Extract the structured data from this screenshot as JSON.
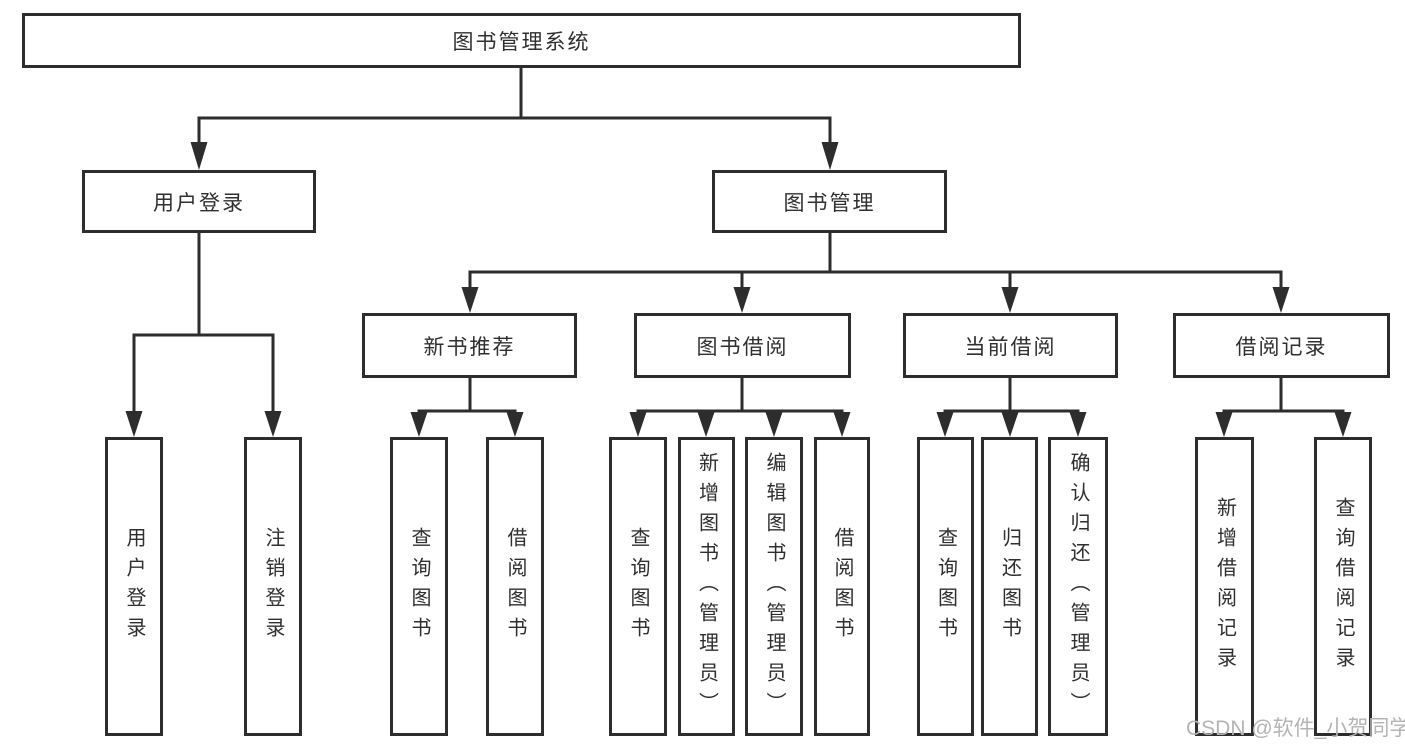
{
  "diagram": {
    "root": "图书管理系统",
    "level2": [
      "用户登录",
      "图书管理"
    ],
    "level3": [
      "新书推荐",
      "图书借阅",
      "当前借阅",
      "借阅记录"
    ],
    "leaves": {
      "user_login": [
        "用户登录",
        "注销登录"
      ],
      "new_books": [
        "查询图书",
        "借阅图书"
      ],
      "book_borrow": [
        "查询图书",
        "新增图书（管理员）",
        "编辑图书（管理员）",
        "借阅图书"
      ],
      "current_borrow": [
        "查询图书",
        "归还图书",
        "确认归还（管理员）"
      ],
      "borrow_records": [
        "新增借阅记录",
        "查询借阅记录"
      ]
    }
  },
  "watermark": "CSDN @软件_小贺同学",
  "colors": {
    "line": "#2d2d2d",
    "box_border": "#2d2d2d",
    "text": "#2f2f2f",
    "watermark": "#b4b4b4",
    "background": "#ffffff"
  }
}
